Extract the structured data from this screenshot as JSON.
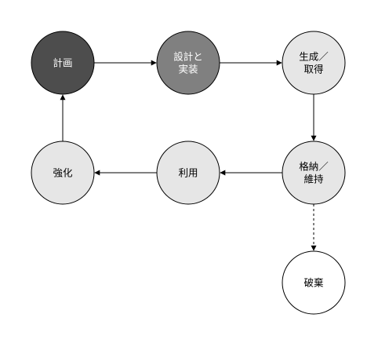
{
  "diagram": {
    "nodes": [
      {
        "id": "plan",
        "lines": [
          "計画"
        ],
        "fill": "#4d4d4d",
        "text_color": "#ffffff"
      },
      {
        "id": "design",
        "lines": [
          "設計と",
          "実装"
        ],
        "fill": "#808080",
        "text_color": "#ffffff"
      },
      {
        "id": "acquire",
        "lines": [
          "生成／",
          "取得"
        ],
        "fill": "#e6e6e6",
        "text_color": "#000000"
      },
      {
        "id": "store",
        "lines": [
          "格納／",
          "維持"
        ],
        "fill": "#e6e6e6",
        "text_color": "#000000"
      },
      {
        "id": "use",
        "lines": [
          "利用"
        ],
        "fill": "#e6e6e6",
        "text_color": "#000000"
      },
      {
        "id": "enhance",
        "lines": [
          "強化"
        ],
        "fill": "#e6e6e6",
        "text_color": "#000000"
      },
      {
        "id": "dispose",
        "lines": [
          "破棄"
        ],
        "fill": "#ffffff",
        "text_color": "#000000"
      }
    ],
    "edges": [
      {
        "from": "plan",
        "to": "design",
        "style": "solid"
      },
      {
        "from": "design",
        "to": "acquire",
        "style": "solid"
      },
      {
        "from": "acquire",
        "to": "store",
        "style": "solid"
      },
      {
        "from": "store",
        "to": "use",
        "style": "solid"
      },
      {
        "from": "use",
        "to": "enhance",
        "style": "solid"
      },
      {
        "from": "enhance",
        "to": "plan",
        "style": "solid"
      },
      {
        "from": "store",
        "to": "dispose",
        "style": "dashed"
      }
    ],
    "colors": {
      "stroke": "#000000"
    }
  }
}
